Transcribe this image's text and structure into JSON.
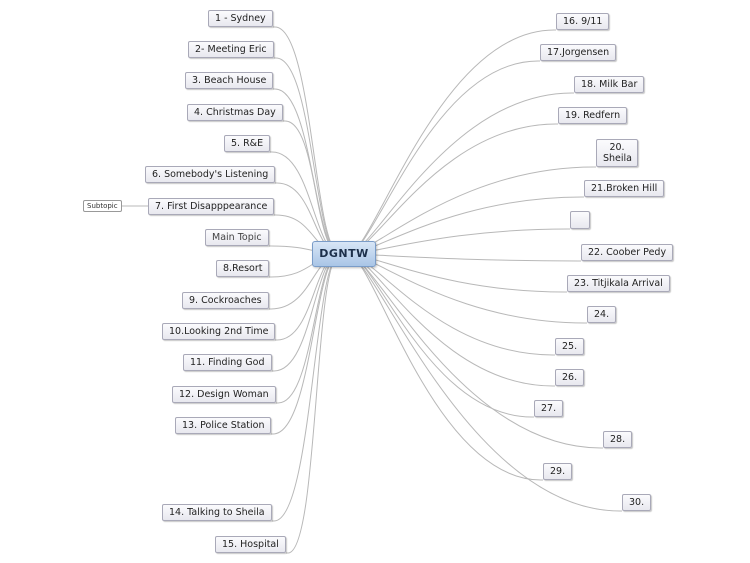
{
  "central_topic": "DGNTW",
  "left_branches": [
    {
      "label": "1 - Sydney"
    },
    {
      "label": "2- Meeting Eric"
    },
    {
      "label": "3. Beach House"
    },
    {
      "label": "4. Christmas Day"
    },
    {
      "label": "5. R&E"
    },
    {
      "label": "6. Somebody's Listening"
    },
    {
      "label": "7. First Disapppearance"
    },
    {
      "label": "Main Topic"
    },
    {
      "label": "8.Resort"
    },
    {
      "label": "9. Cockroaches"
    },
    {
      "label": "10.Looking 2nd Time"
    },
    {
      "label": "11. Finding God"
    },
    {
      "label": "12. Design Woman"
    },
    {
      "label": "13. Police Station"
    },
    {
      "label": "14. Talking to Sheila"
    },
    {
      "label": "15. Hospital"
    }
  ],
  "subtopic": "Subtopic",
  "right_branches": [
    {
      "label": "16. 9/11"
    },
    {
      "label": "17.Jorgensen"
    },
    {
      "label": "18. Milk Bar"
    },
    {
      "label": "19. Redfern"
    },
    {
      "label": "20. Sheila"
    },
    {
      "label": "21.Broken Hill"
    },
    {
      "label": ""
    },
    {
      "label": "22. Coober Pedy"
    },
    {
      "label": "23. Titjikala Arrival"
    },
    {
      "label": "24."
    },
    {
      "label": "25."
    },
    {
      "label": "26."
    },
    {
      "label": "27."
    },
    {
      "label": "28."
    },
    {
      "label": "29."
    },
    {
      "label": "30."
    }
  ],
  "connector_color": "#b8b8b8"
}
